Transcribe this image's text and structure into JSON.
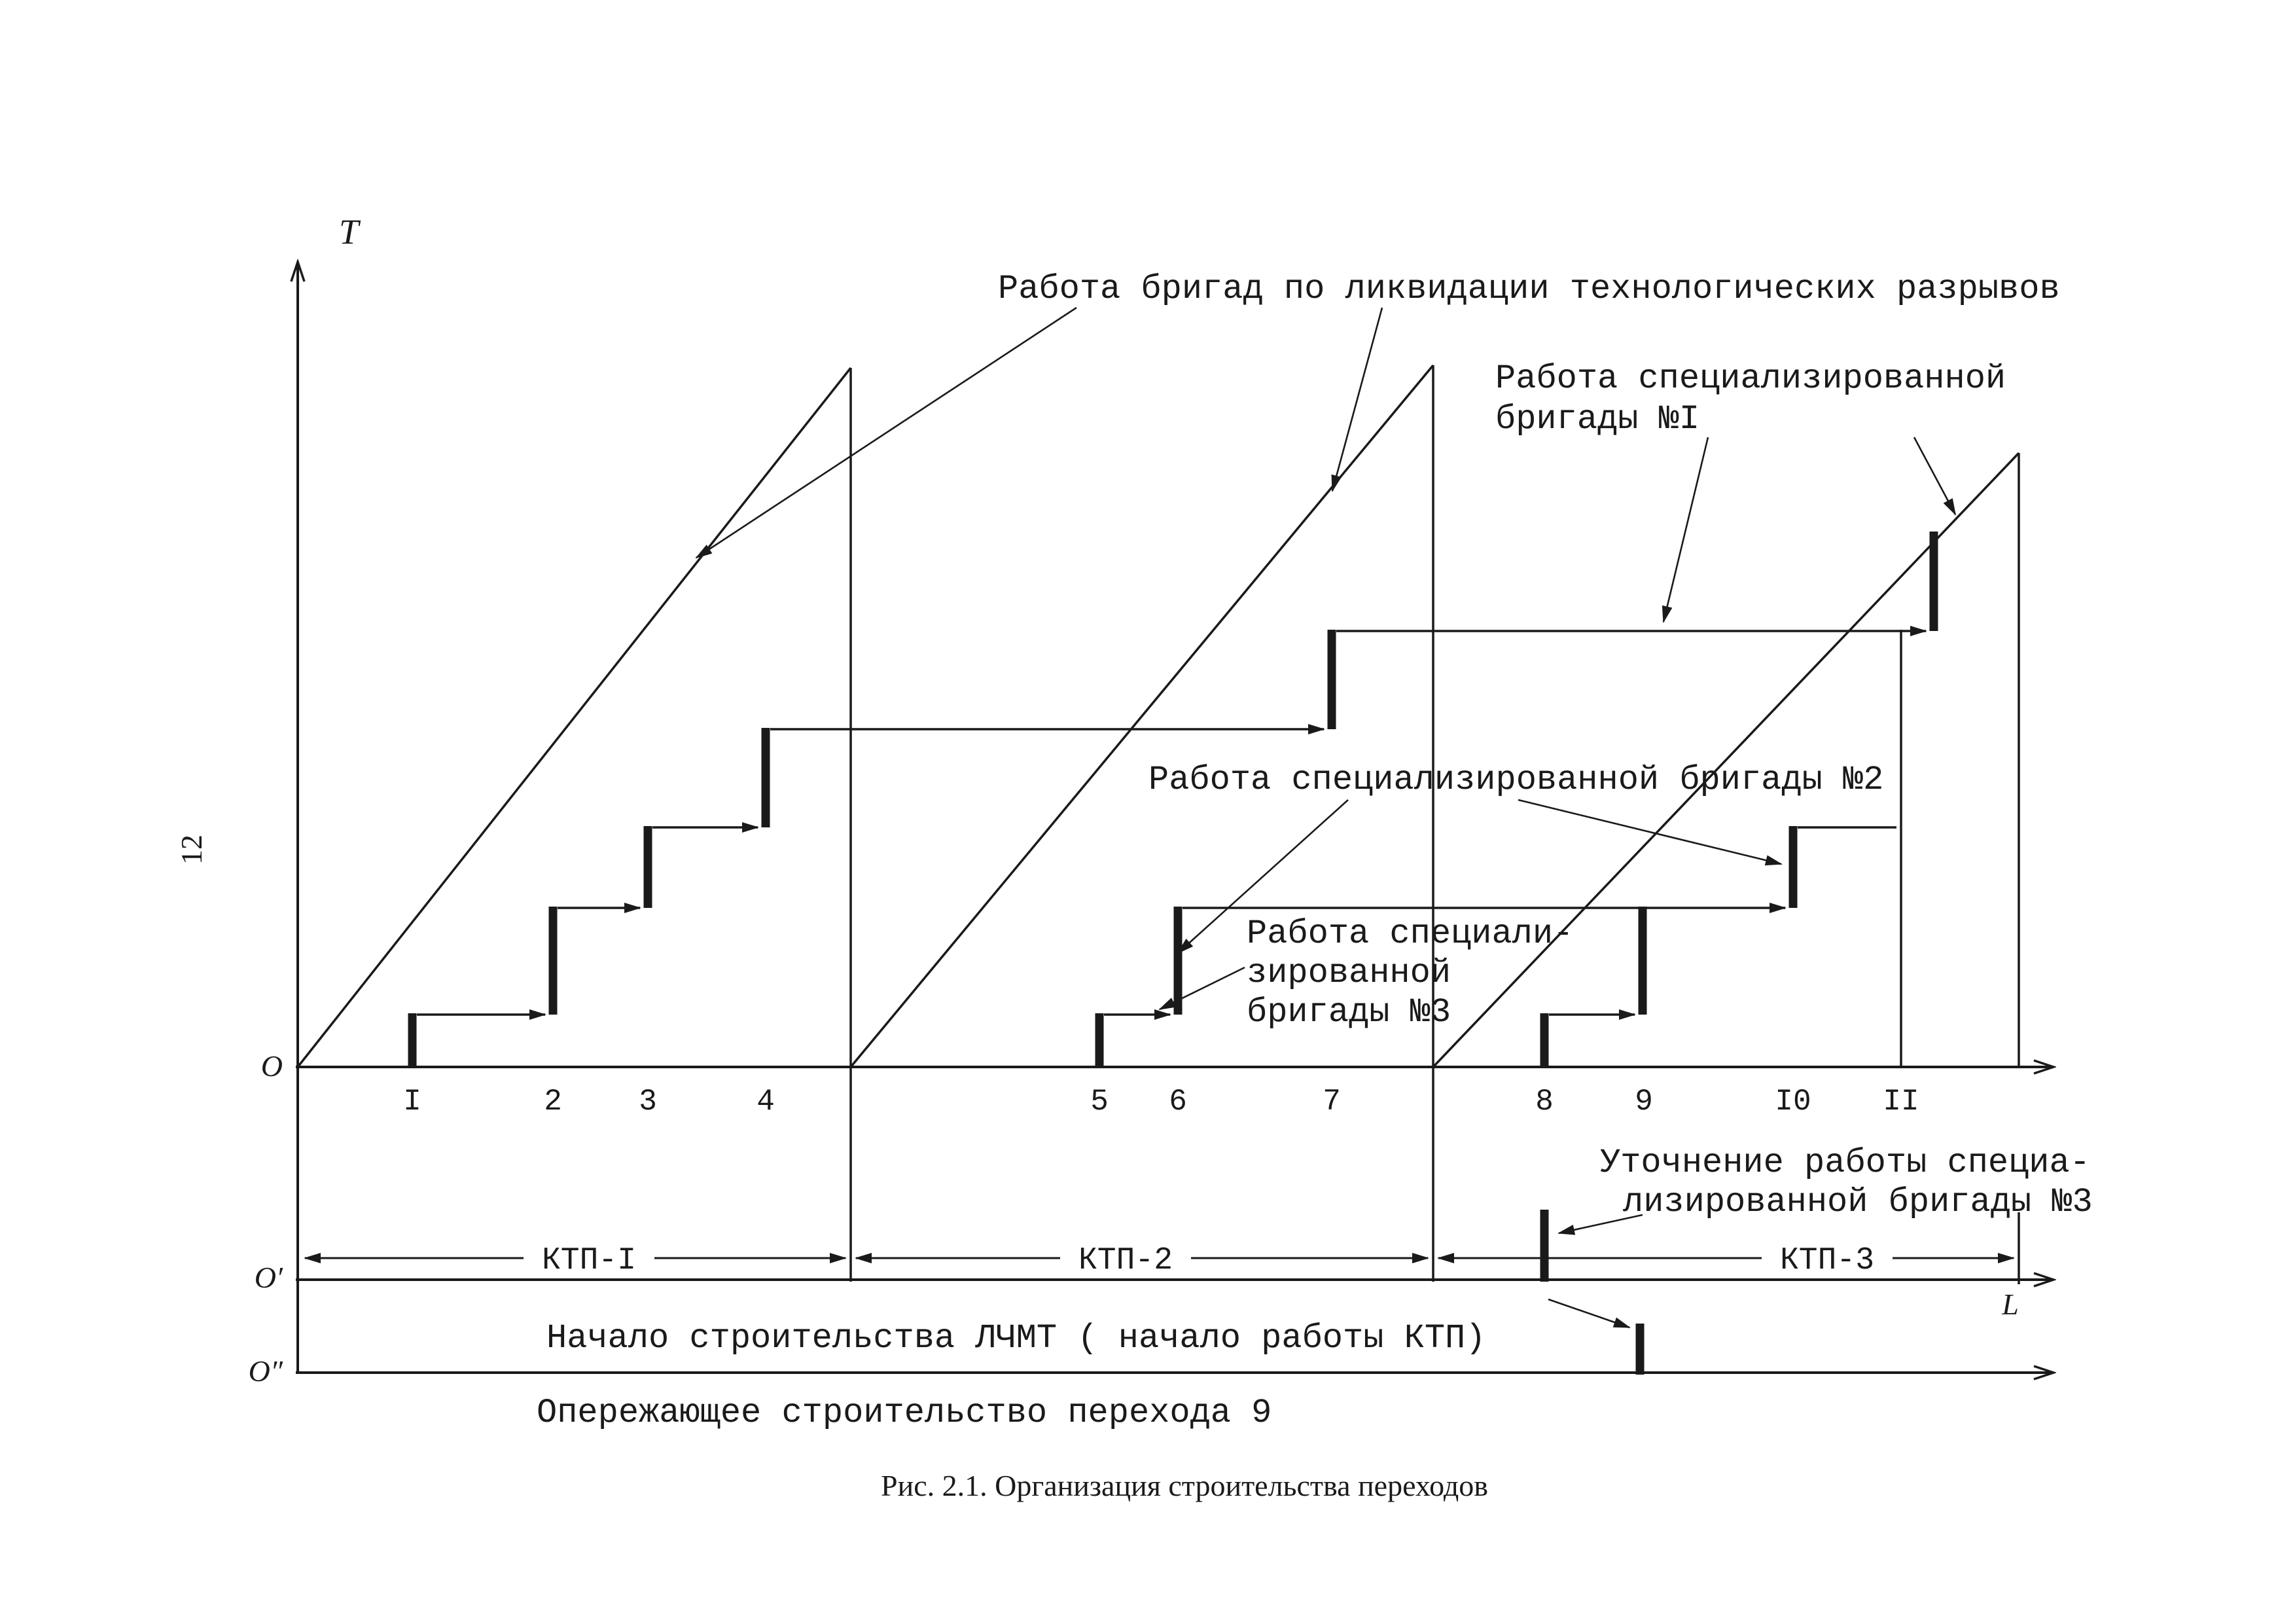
{
  "page": {
    "number": "12",
    "caption": "Рис. 2.1. Организация строительства переходов",
    "paper_color": "#ffffff",
    "ink_color": "#1a1a1a"
  },
  "axes": {
    "time_axis_label": "T",
    "length_axis_label": "L",
    "origin_label": "O",
    "origin_prime_label": "O′",
    "origin_double_prime_label": "O″",
    "x_ticks": [
      "I",
      "2",
      "3",
      "4",
      "5",
      "6",
      "7",
      "8",
      "9",
      "I0",
      "II"
    ]
  },
  "annotations": {
    "gap_elimination": "Работа бригад по ликвидации технологических разрывов",
    "brigade1": [
      "Работа специализированной",
      "бригады №I"
    ],
    "brigade2": "Работа специализированной бригады №2",
    "brigade3": [
      "Работа специали-",
      "зированной",
      "бригады №3"
    ],
    "refinement": [
      "Уточнение работы специа-",
      "лизированной бригады №3"
    ],
    "start_note": "Начало строительства ЛЧМТ ( начало работы КТП)",
    "advance_note": "Опережающее  строительство перехода 9"
  },
  "sections": {
    "ktp1": "КТП-I",
    "ktp2": "КТП-2",
    "ktp3": "КТП-3"
  }
}
